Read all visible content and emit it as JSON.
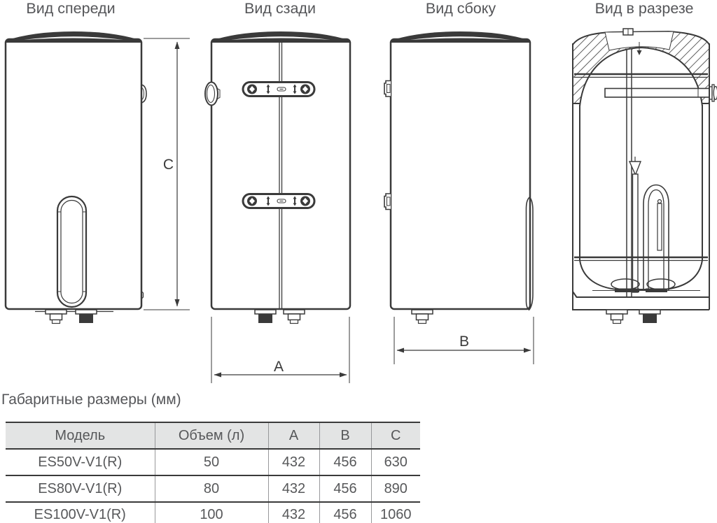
{
  "views": {
    "front": {
      "title": "Вид спереди"
    },
    "rear": {
      "title": "Вид сзади"
    },
    "side": {
      "title": "Вид сбоку"
    },
    "section": {
      "title": "Вид в разрезе"
    }
  },
  "dims": {
    "a": "A",
    "b": "B",
    "c": "C"
  },
  "table": {
    "caption": "Габаритные размеры (мм)",
    "columns": [
      "Модель",
      "Объем (л)",
      "A",
      "B",
      "C"
    ],
    "rows": [
      {
        "model": "ES50V-V1(R)",
        "volume": "50",
        "a": "432",
        "b": "456",
        "c": "630"
      },
      {
        "model": "ES80V-V1(R)",
        "volume": "80",
        "a": "432",
        "b": "456",
        "c": "890"
      },
      {
        "model": "ES100V-V1(R)",
        "volume": "100",
        "a": "432",
        "b": "456",
        "c": "1060"
      }
    ]
  },
  "colors": {
    "line": "#3a3a3a",
    "text": "#57585a",
    "table_header_bg": "#e3e4e4"
  }
}
